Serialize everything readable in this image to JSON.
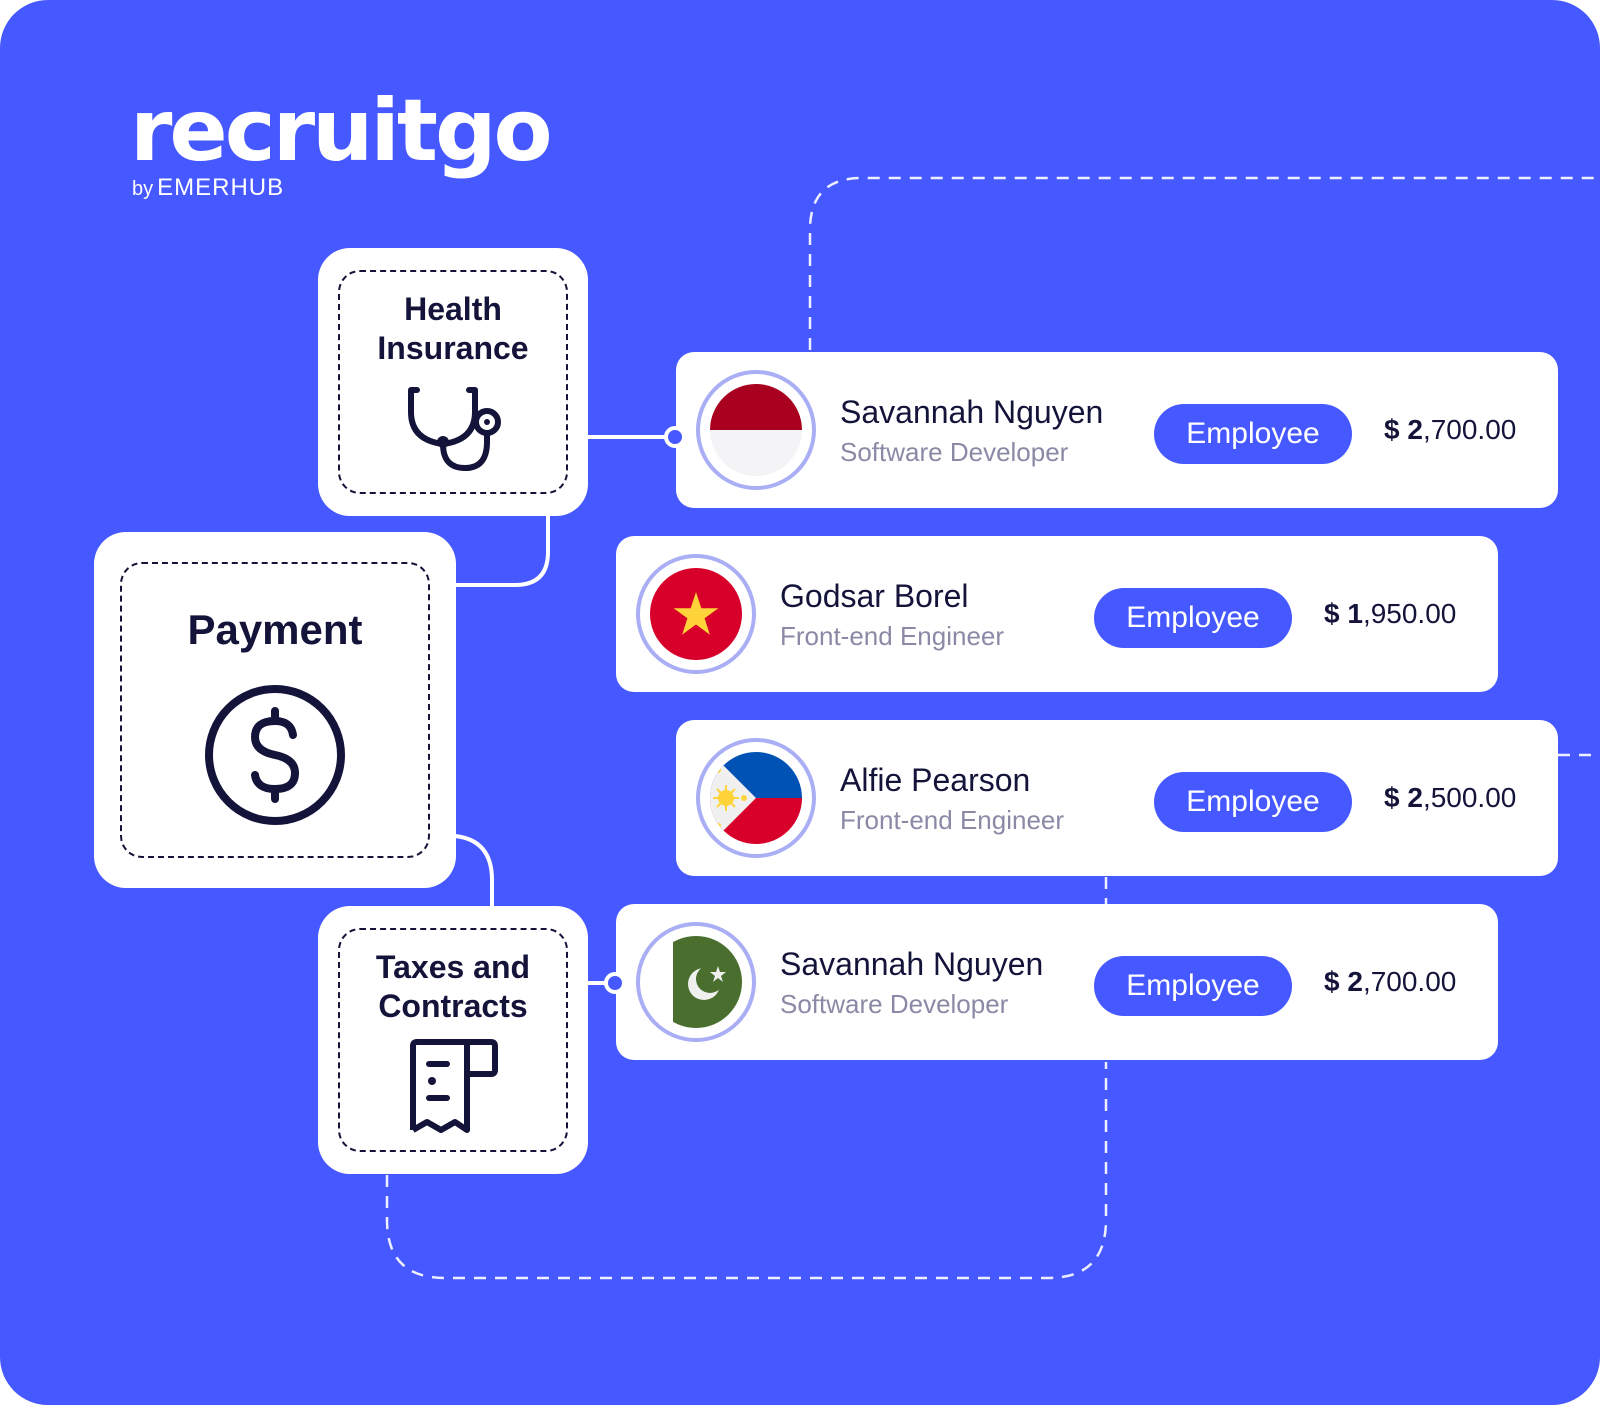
{
  "brand": {
    "name": "recruitgo",
    "by": "by",
    "company": "EMERHUB"
  },
  "colors": {
    "background": "#4658FF",
    "card": "#FFFFFF",
    "text_dark": "#14133A",
    "text_muted": "#8A8AA6",
    "avatar_ring": "#A9AEF5",
    "badge": "#4658FF"
  },
  "services": {
    "health": {
      "title_line1": "Health",
      "title_line2": "Insurance",
      "icon": "stethoscope-icon"
    },
    "payment": {
      "title": "Payment",
      "icon": "dollar-circle-icon"
    },
    "taxes": {
      "title_line1": "Taxes and",
      "title_line2": "Contracts",
      "icon": "receipt-icon"
    }
  },
  "employees": [
    {
      "name": "Savannah Nguyen",
      "role": "Software Developer",
      "badge": "Employee",
      "currency": "$",
      "amount_lead": "2",
      "amount_rest": ",700.00",
      "flag": "indonesia-flag"
    },
    {
      "name": "Godsar Borel",
      "role": "Front-end Engineer",
      "badge": "Employee",
      "currency": "$",
      "amount_lead": "1",
      "amount_rest": ",950.00",
      "flag": "vietnam-flag"
    },
    {
      "name": "Alfie Pearson",
      "role": "Front-end Engineer",
      "badge": "Employee",
      "currency": "$",
      "amount_lead": "2",
      "amount_rest": ",500.00",
      "flag": "philippines-flag"
    },
    {
      "name": "Savannah Nguyen",
      "role": "Software Developer",
      "badge": "Employee",
      "currency": "$",
      "amount_lead": "2",
      "amount_rest": ",700.00",
      "flag": "pakistan-flag"
    }
  ]
}
